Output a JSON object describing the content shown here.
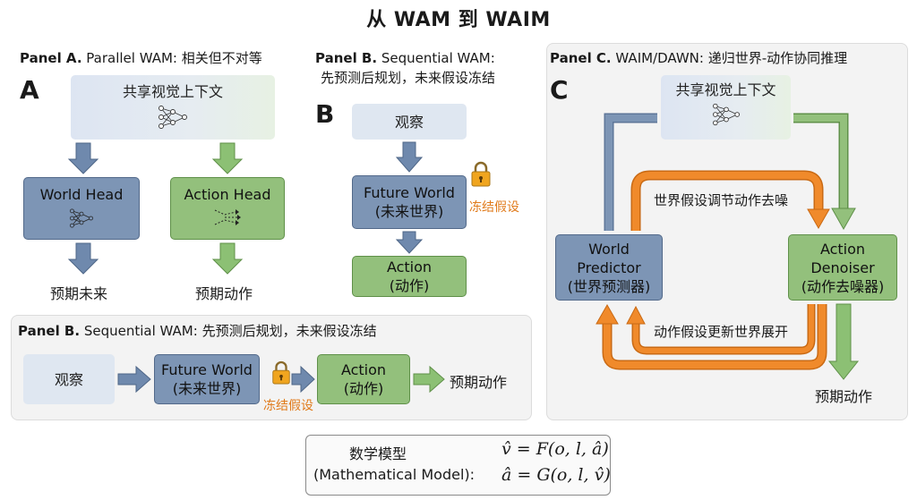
{
  "title": "从 WAM 到 WAIM",
  "panel_a": {
    "prefix": "Panel A.",
    "heading": "Parallel WAM: 相关但不对等",
    "letter": "A",
    "context": "共享视觉上下文",
    "world_head": "World Head",
    "action_head": "Action Head",
    "out_left": "预期未来",
    "out_right": "预期动作"
  },
  "panel_b_top": {
    "prefix": "Panel B.",
    "heading_line1": "Sequential WAM:",
    "heading_line2": "先预测后规划，未来假设冻结",
    "letter": "B",
    "observe": "观察",
    "future_world_1": "Future World",
    "future_world_2": "(未来世界)",
    "freeze": "冻结假设",
    "action_1": "Action",
    "action_2": "(动作)"
  },
  "panel_b_bottom": {
    "prefix": "Panel B.",
    "heading": "Sequential WAM: 先预测后规划，未来假设冻结",
    "observe": "观察",
    "future_world_1": "Future World",
    "future_world_2": "(未来世界)",
    "freeze": "冻结假设",
    "action_1": "Action",
    "action_2": "(动作)",
    "output": "预期动作"
  },
  "panel_c": {
    "prefix": "Panel C.",
    "heading": "WAIM/DAWN: 递归世界-动作协同推理",
    "letter": "C",
    "context": "共享视觉上下文",
    "world_pred_1": "World",
    "world_pred_2": "Predictor",
    "world_pred_3": "(世界预测器)",
    "action_den_1": "Action",
    "action_den_2": "Denoiser",
    "action_den_3": "(动作去噪器)",
    "top_loop_label": "世界假设调节动作去噪",
    "bottom_loop_label": "动作假设更新世界展开",
    "output": "预期动作"
  },
  "math": {
    "label_1": "数学模型",
    "label_2": "(Mathematical Model):",
    "eq_1": "v̂ = F(o, l, â)",
    "eq_2": "â = G(o, l, v̂)"
  },
  "colors": {
    "blue_box": "#7d95b5",
    "green_box": "#93c07c",
    "orange_arrow": "#f08a2b",
    "lock": "#f0a51f"
  }
}
